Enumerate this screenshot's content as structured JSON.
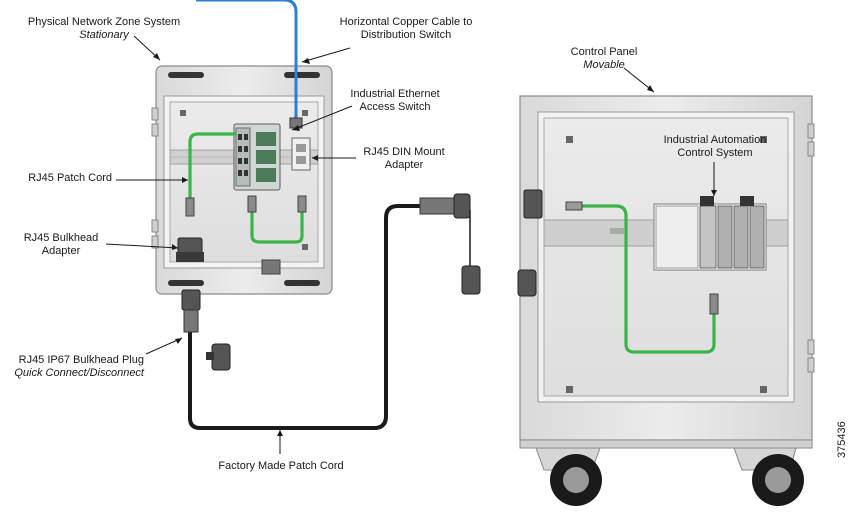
{
  "labels": {
    "zone_system": {
      "line1": "Physical Network Zone System",
      "line2": "Stationary"
    },
    "horizontal_cable": {
      "line1": "Horizontal Copper Cable to",
      "line2": "Distribution Switch"
    },
    "ethernet_switch": {
      "line1": "Industrial Ethernet",
      "line2": "Access Switch"
    },
    "din_adapter": {
      "line1": "RJ45 DIN Mount",
      "line2": "Adapter"
    },
    "patch_cord": {
      "line1": "RJ45 Patch Cord"
    },
    "bulkhead_adapter": {
      "line1": "RJ45 Bulkhead",
      "line2": "Adapter"
    },
    "bulkhead_plug": {
      "line1": "RJ45 IP67 Bulkhead Plug",
      "line2": "Quick Connect/Disconnect"
    },
    "factory_cord": {
      "line1": "Factory Made Patch Cord"
    },
    "control_panel": {
      "line1": "Control Panel",
      "line2": "Movable"
    },
    "automation_system": {
      "line1": "Industrial Automation",
      "line2": "Control System"
    }
  },
  "figure_id": "375436",
  "colors": {
    "green_cable": "#3cb44a",
    "blue_cable": "#2b7fd4",
    "black_cable": "#1a1a1a",
    "panel_body": "#e6e6e6",
    "panel_edge": "#8a8a8a"
  }
}
